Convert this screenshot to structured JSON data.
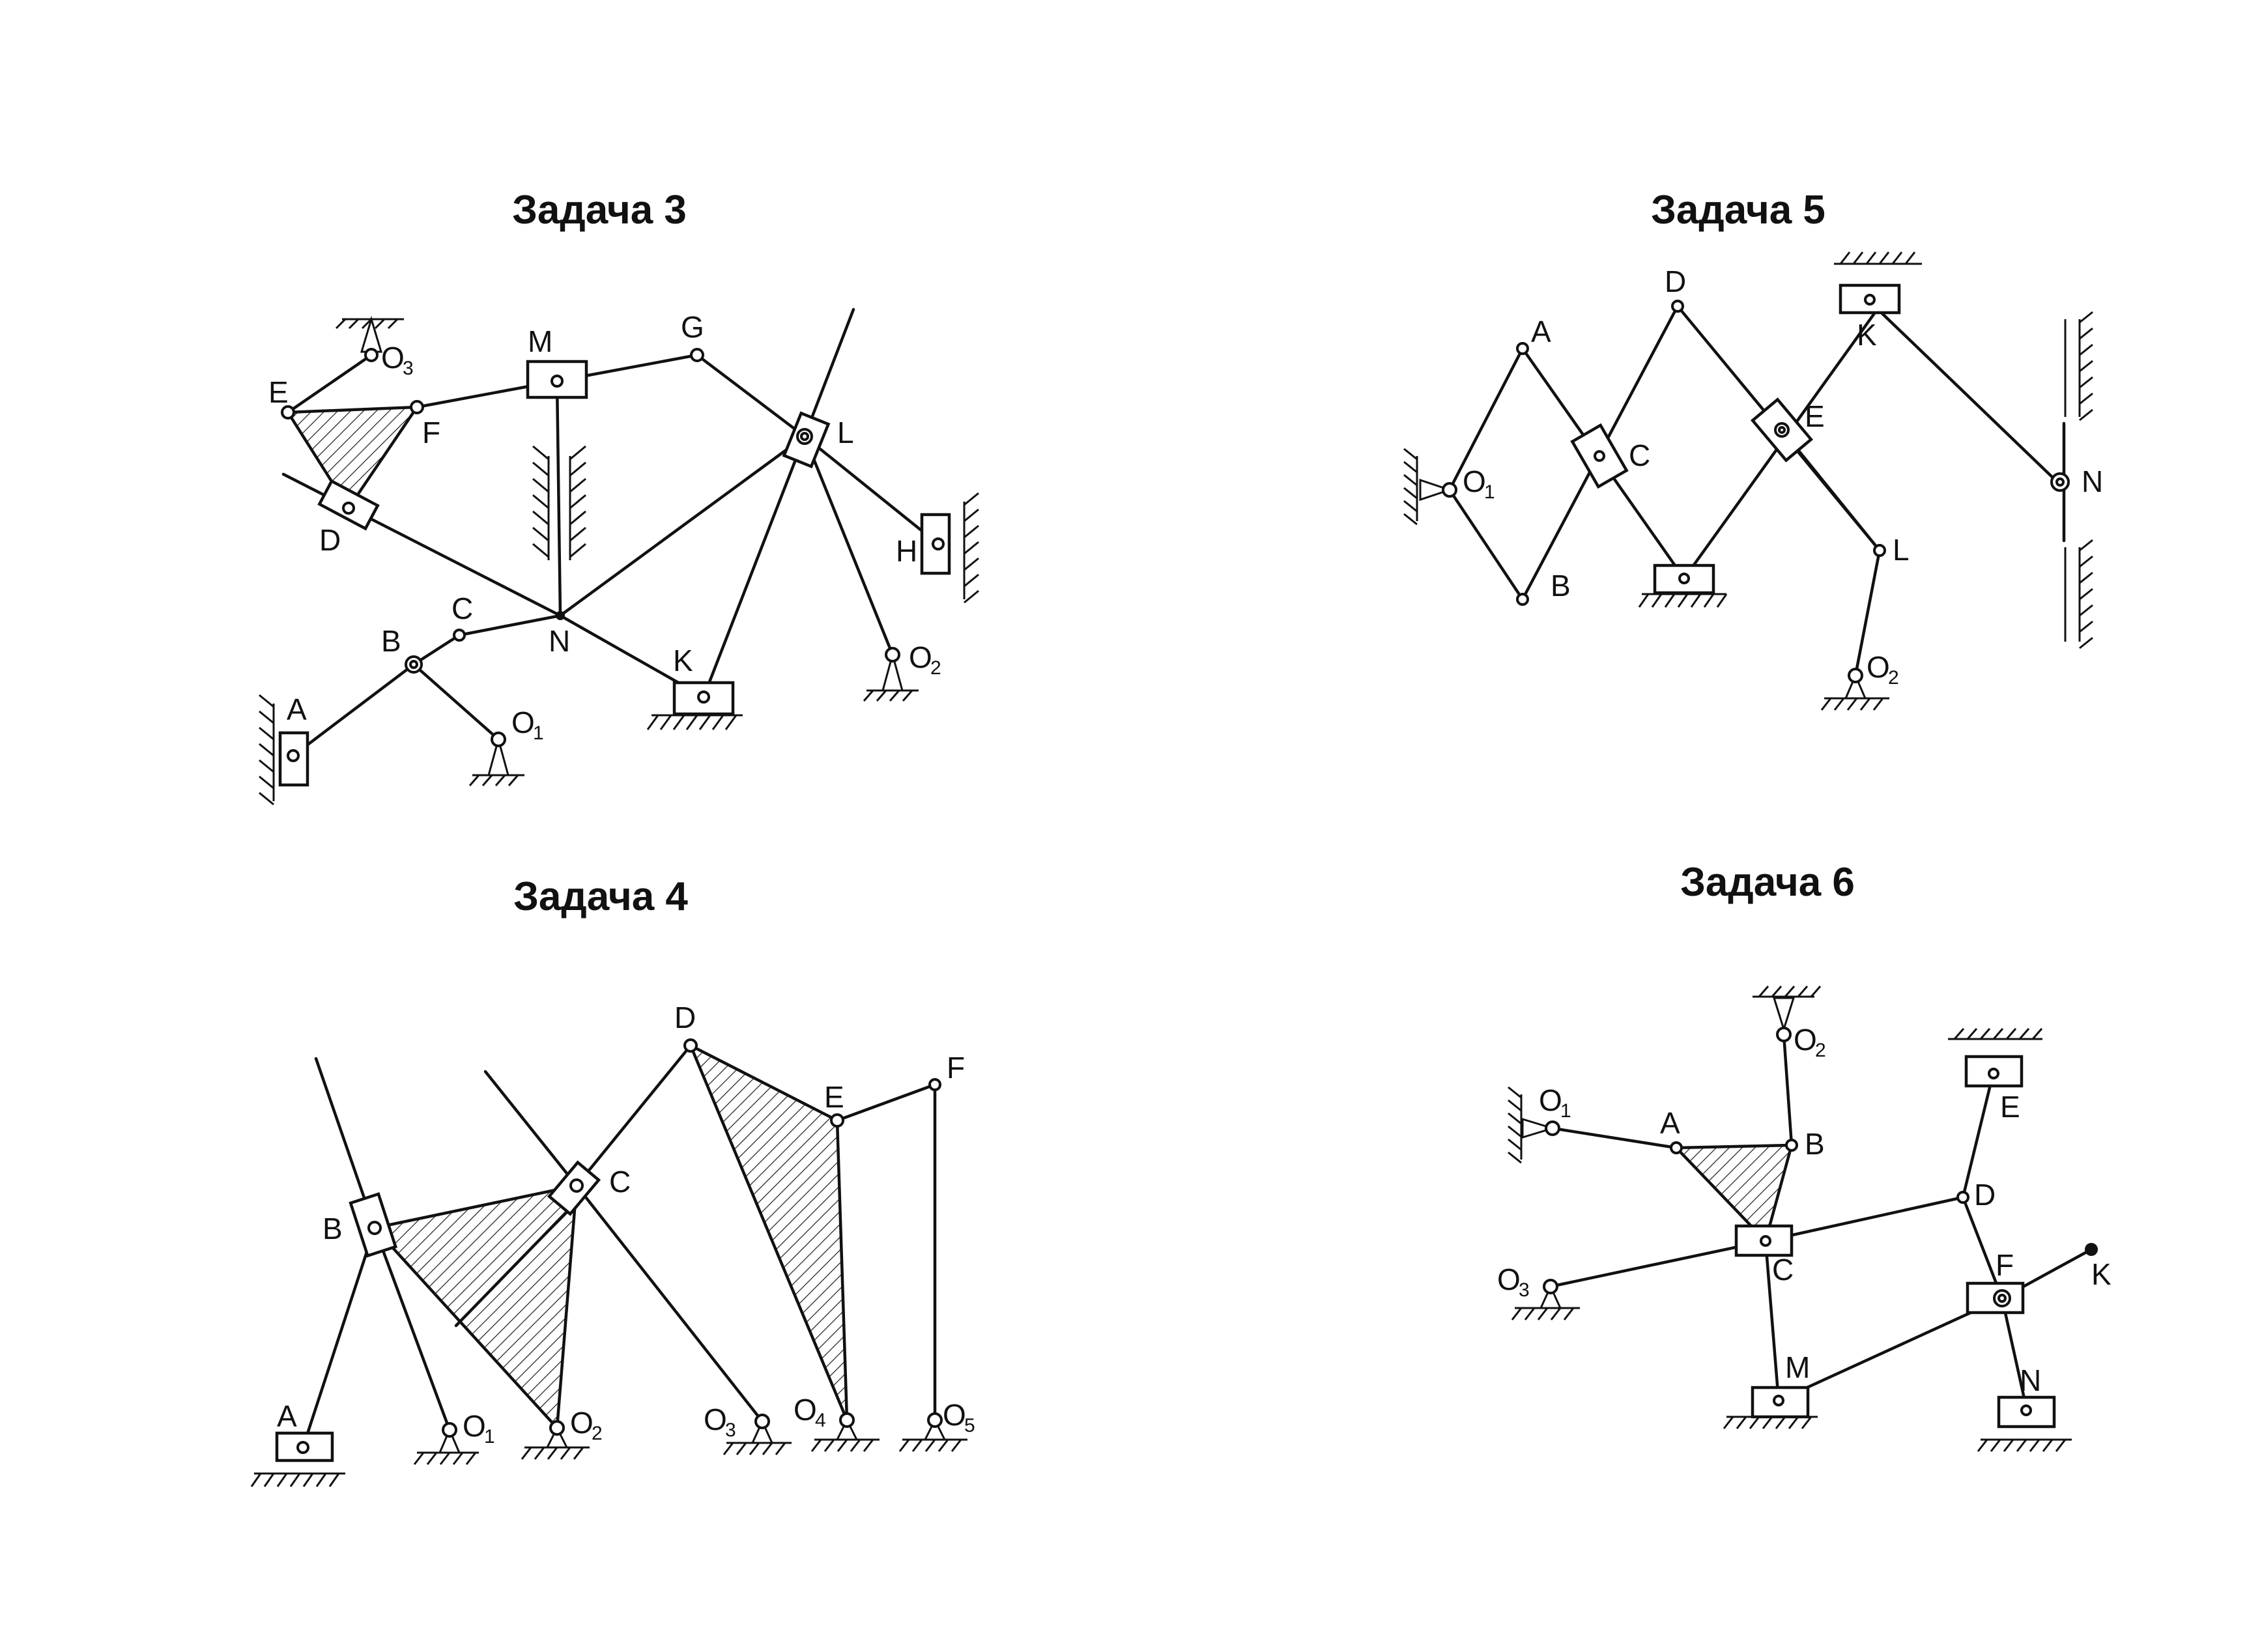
{
  "problems": {
    "p3": {
      "title": "Задача 3",
      "labels": {
        "A": "A",
        "B": "B",
        "C": "C",
        "D": "D",
        "E": "E",
        "F": "F",
        "G": "G",
        "H": "H",
        "K": "K",
        "L": "L",
        "M": "M",
        "N": "N",
        "O": "O",
        "s1": "1",
        "s2": "2",
        "s3": "3"
      }
    },
    "p4": {
      "title": "Задача 4",
      "labels": {
        "A": "A",
        "B": "B",
        "C": "C",
        "D": "D",
        "E": "E",
        "F": "F",
        "O": "O",
        "s1": "1",
        "s2": "2",
        "s3": "3",
        "s4": "4",
        "s5": "5"
      }
    },
    "p5": {
      "title": "Задача 5",
      "labels": {
        "A": "A",
        "B": "B",
        "C": "C",
        "D": "D",
        "E": "E",
        "K": "K",
        "L": "L",
        "N": "N",
        "O": "O",
        "s1": "1",
        "s2": "2"
      }
    },
    "p6": {
      "title": "Задача 6",
      "labels": {
        "A": "A",
        "B": "B",
        "C": "C",
        "D": "D",
        "E": "E",
        "F": "F",
        "K": "K",
        "M": "M",
        "N": "N",
        "O": "O",
        "s1": "1",
        "s2": "2",
        "s3": "3"
      }
    }
  }
}
